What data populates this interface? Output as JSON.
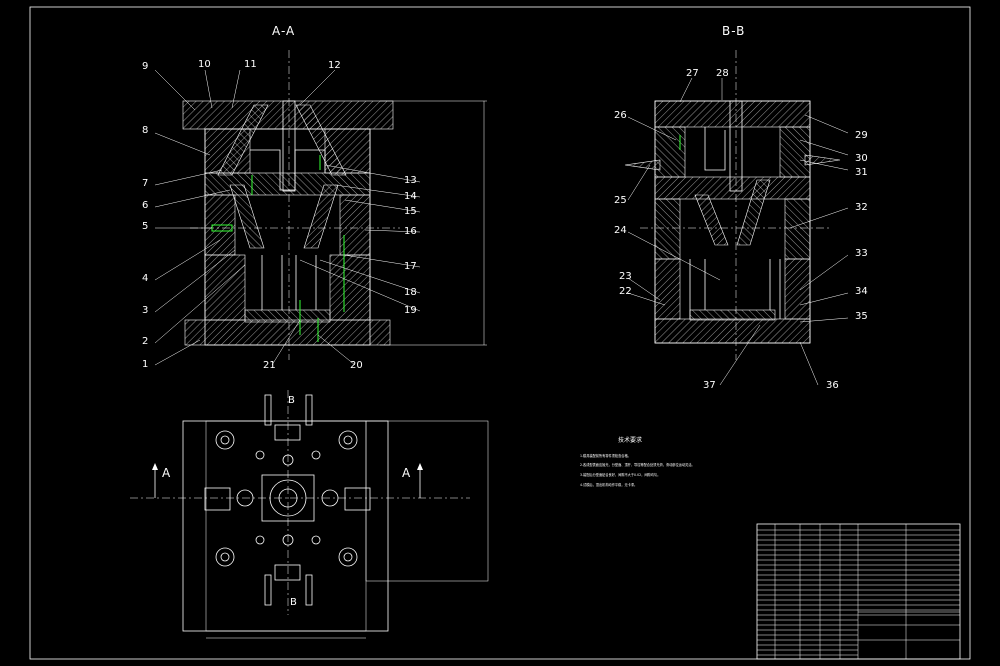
{
  "views": {
    "section_aa_title": "A-A",
    "section_bb_title": "B-B",
    "plan_marker_a_left": "A",
    "plan_marker_a_right": "A",
    "plan_marker_b_top": "B",
    "plan_marker_b_bottom": "B"
  },
  "callouts_aa_left": [
    "9",
    "10",
    "11",
    "8",
    "7",
    "6",
    "5",
    "4",
    "3",
    "2",
    "1"
  ],
  "callouts_aa_top_right": "12",
  "callouts_aa_right": [
    "13",
    "14",
    "15",
    "16",
    "17",
    "18",
    "19"
  ],
  "callouts_aa_bottom": [
    "21",
    "20"
  ],
  "callouts_bb_top": [
    "27",
    "28"
  ],
  "callouts_bb_left": [
    "26",
    "25",
    "24",
    "23",
    "22"
  ],
  "callouts_bb_right": [
    "29",
    "30",
    "31",
    "32",
    "33",
    "34",
    "35"
  ],
  "callouts_bb_bottom": [
    "37",
    "36"
  ],
  "tech_notes": {
    "heading": "技术要求",
    "lines": [
      "1.模具装配前所有零件须检查合格。",
      "2.各成型表面应抛光，分型面、顶杆、导柱等配合处须光滑，滑动部位运动灵活。",
      "3.装配后分型面贴合良好，间隙不大于0.02，间隙均匀。",
      "4.试模后，顶出机构动作平稳，无卡滞。"
    ]
  },
  "colors": {
    "background": "#000000",
    "line": "#ffffff",
    "highlight": "#33ff33"
  }
}
